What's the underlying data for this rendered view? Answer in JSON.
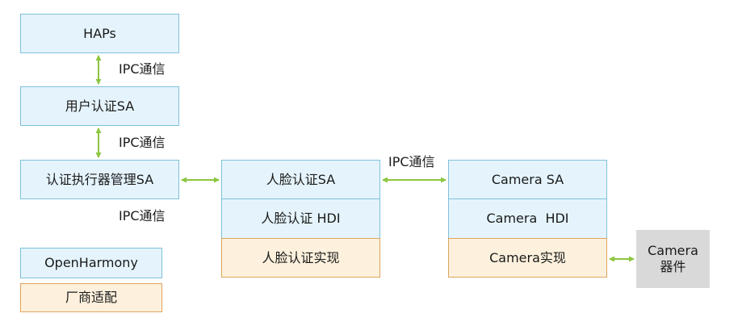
{
  "nodes": {
    "haps": "HAPs",
    "user_auth_sa": "用户认证SA",
    "executor_mgr_sa": "认证执行器管理SA",
    "face_auth_sa": "人脸认证SA",
    "face_auth_hdi": "人脸认证 HDI",
    "face_auth_impl": "人脸认证实现",
    "camera_sa": "Camera SA",
    "camera_hdi": "Camera  HDI",
    "camera_impl": "Camera实现",
    "camera_device_line1": "Camera",
    "camera_device_line2": "器件"
  },
  "edge_labels": {
    "ipc_1": "IPC通信",
    "ipc_2": "IPC通信",
    "ipc_3": "IPC通信",
    "ipc_4": "IPC通信"
  },
  "legend": {
    "openharmony": "OpenHarmony",
    "vendor": "厂商适配"
  },
  "colors": {
    "blue_fill": "#e5f4fc",
    "blue_border": "#7fc0dc",
    "orange_fill": "#fdf1dd",
    "orange_border": "#e0a35c",
    "device_fill": "#d9d9d9",
    "arrow": "#8cc63f"
  }
}
